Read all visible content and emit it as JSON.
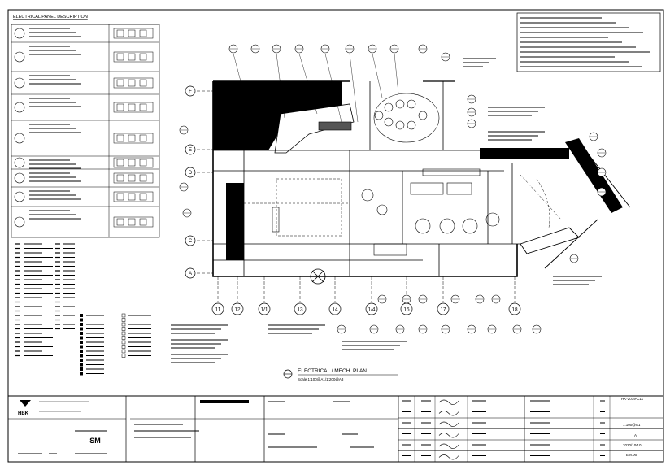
{
  "sheet": {
    "panel_title": "ELECTRICAL PANEL DESCRIPTION",
    "drawing_title": "ELECTRICAL / MECH. PLAN",
    "scale_note": "Scale 1:100@A1/1:200@A3",
    "grid_rows": [
      "F",
      "E",
      "D",
      "C",
      "A"
    ],
    "grid_cols": [
      "11",
      "12",
      "1/1",
      "13",
      "14",
      "1/4",
      "15",
      "17",
      "18"
    ],
    "title_block": {
      "logo_text": "HBK",
      "stamp_text": "SM",
      "scale_value": "1:100@A1",
      "date_value": "2020/10/10",
      "revision_value": "A",
      "sheet_no": "EM.06",
      "drawing_no": "HK-2019-C11"
    }
  }
}
